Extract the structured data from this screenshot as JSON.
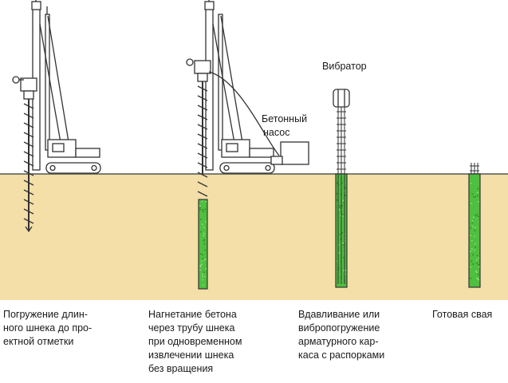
{
  "labels": {
    "vibrator": "Вибратор",
    "pump_line1": "Бетонный",
    "pump_line2": "насос"
  },
  "captions": {
    "step1": "Погружение длин-\nного шнека до про-\nектной отметки",
    "step2": "Нагнетание бетона\nчерез трубу шнека\nпри одновременном\nизвлечении шнека\nбез вращения",
    "step3": "Вдавливание или\nвибропогружение\nарматурного кар-\nкаса с распорками",
    "step4": "Готовая свая"
  },
  "colors": {
    "soil": "#f3dfa7",
    "concrete": "#4fbf3f",
    "line": "#333333"
  }
}
